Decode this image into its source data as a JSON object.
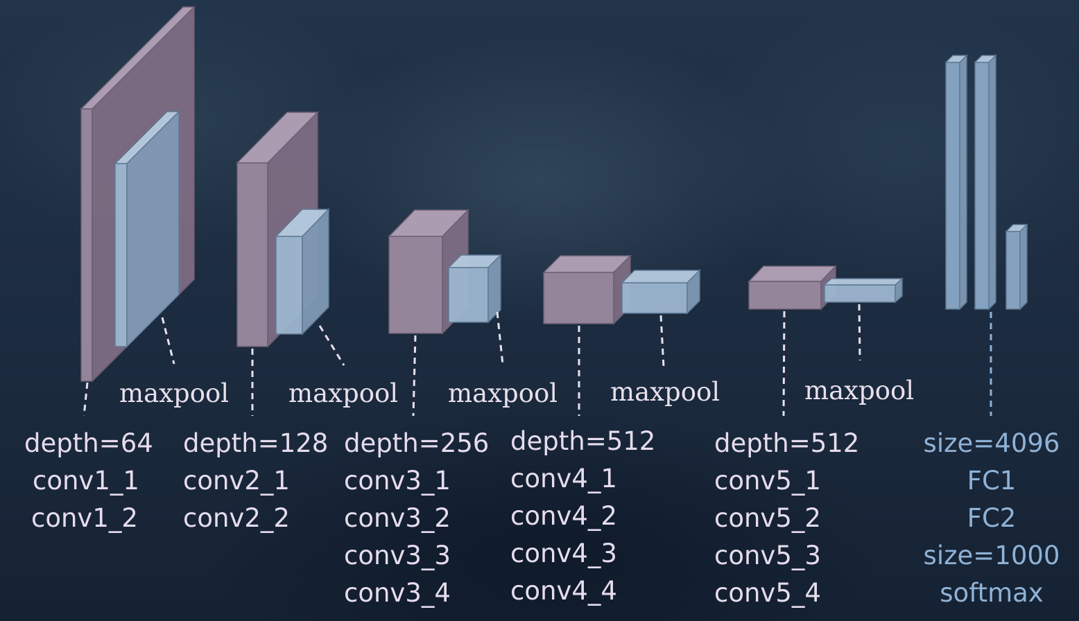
{
  "colors": {
    "conv_face": "#9c8aa0",
    "conv_top": "#b4a2b8",
    "conv_side": "#7e6d84",
    "pool_face": "#9db6d0",
    "pool_top": "#b6cbe0",
    "pool_side": "#7f99b4",
    "fc_face": "#8aa8c6",
    "conv_text": "#e6dcec",
    "fc_text": "#8fb2d6"
  },
  "maxpool_label": "maxpool",
  "blocks": [
    {
      "id": "block1",
      "depth": "depth=64",
      "layers": [
        "conv1_1",
        "conv1_2"
      ]
    },
    {
      "id": "block2",
      "depth": "depth=128",
      "layers": [
        "conv2_1",
        "conv2_2"
      ]
    },
    {
      "id": "block3",
      "depth": "depth=256",
      "layers": [
        "conv3_1",
        "conv3_2",
        "conv3_3",
        "conv3_4"
      ]
    },
    {
      "id": "block4",
      "depth": "depth=512",
      "layers": [
        "conv4_1",
        "conv4_2",
        "conv4_3",
        "conv4_4"
      ]
    },
    {
      "id": "block5",
      "depth": "depth=512",
      "layers": [
        "conv5_1",
        "conv5_2",
        "conv5_3",
        "conv5_4"
      ]
    }
  ],
  "fc": {
    "lines": [
      "size=4096",
      "FC1",
      "FC2",
      "size=1000",
      "softmax"
    ]
  }
}
